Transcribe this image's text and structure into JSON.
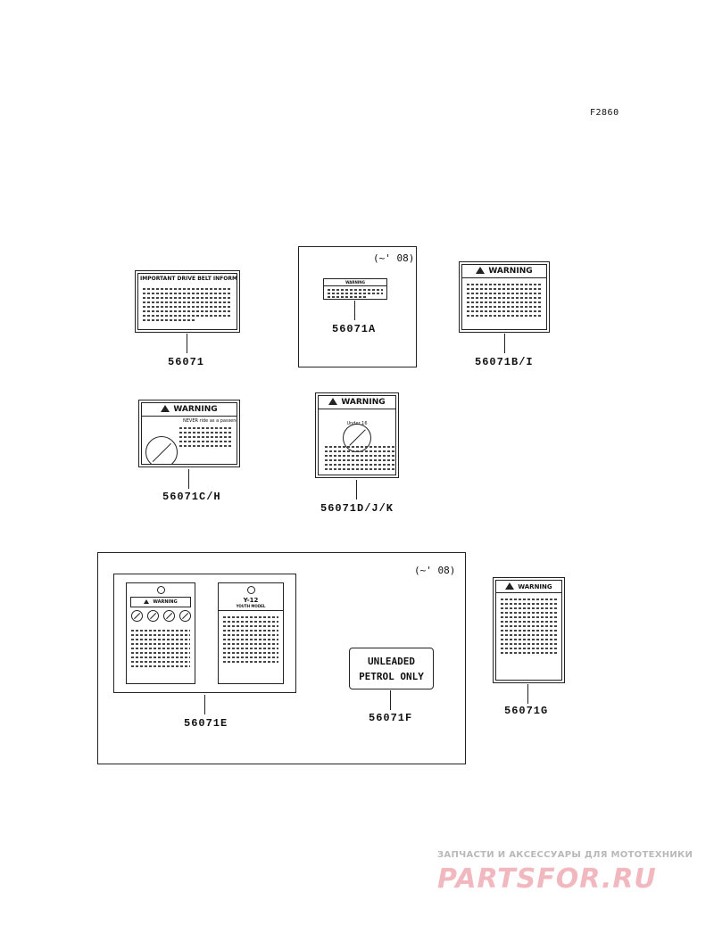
{
  "figure_code": "F2860",
  "variant_note": "(~' 08)",
  "parts": {
    "p56071": "56071",
    "p56071A": "56071A",
    "p56071BI": "56071B/I",
    "p56071CH": "56071C/H",
    "p56071DJK": "56071D/J/K",
    "p56071E": "56071E",
    "p56071F": "56071F",
    "p56071G": "56071G"
  },
  "labels": {
    "drive_belt_title": "IMPORTANT DRIVE BELT INFORMATION",
    "warning": "WARNING",
    "passenger_text": "NEVER ride as a passenger",
    "under_age": "Under 16",
    "y12_title": "Y-12",
    "y12_sub": "YOUTH MODEL",
    "fuel_label": "UNLEADED PETROL ONLY"
  },
  "watermark": {
    "caption": "ЗАПЧАСТИ И АКСЕССУАРЫ ДЛЯ МОТОТЕХНИКИ",
    "logo": "PARTSFOR.RU"
  }
}
